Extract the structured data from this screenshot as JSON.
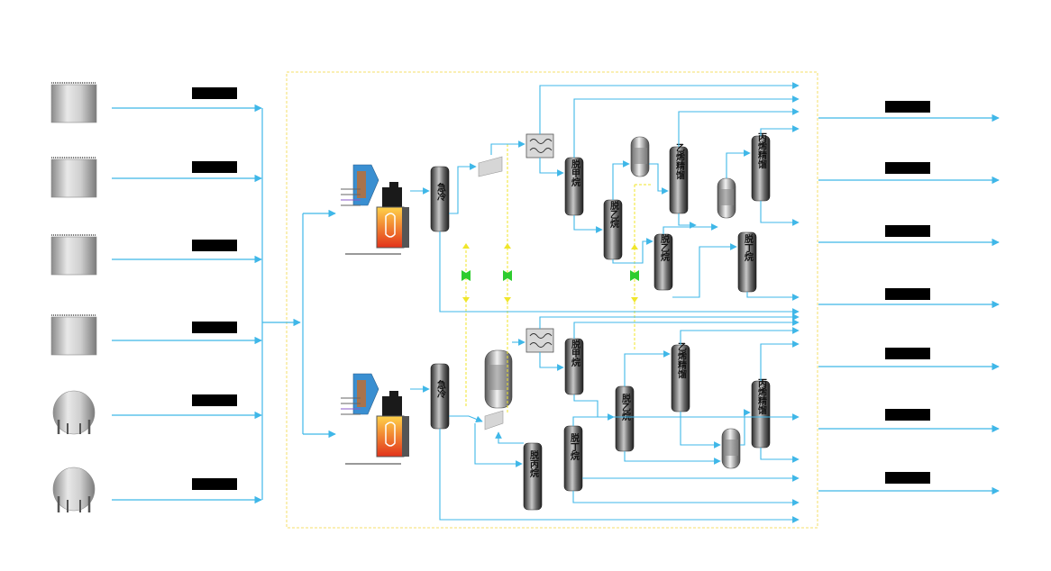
{
  "title": "",
  "colors": {
    "pipe": "#3fb7e8",
    "boundary": "#f5df6a",
    "valve_line": "#f0e62a",
    "valve": "#2ecc2e",
    "label_box": "#000000",
    "tank": "#c9c9c9"
  },
  "icons": {
    "feed_tank": "cylindrical-storage-tank-icon",
    "sphere_tank": "spherical-storage-tank-icon",
    "furnace": "cracking-furnace-icon",
    "compressor": "compressor-icon",
    "exchanger": "heat-exchanger-icon",
    "column": "distillation-column-icon",
    "drum": "reactor-drum-icon",
    "valve": "valve-icon"
  },
  "feeds": [
    {
      "type": "cylinder",
      "label": ""
    },
    {
      "type": "cylinder",
      "label": ""
    },
    {
      "type": "cylinder",
      "label": ""
    },
    {
      "type": "cylinder",
      "label": ""
    },
    {
      "type": "sphere",
      "label": ""
    },
    {
      "type": "sphere",
      "label": ""
    }
  ],
  "products": [
    {
      "label": ""
    },
    {
      "label": ""
    },
    {
      "label": ""
    },
    {
      "label": ""
    },
    {
      "label": ""
    },
    {
      "label": ""
    },
    {
      "label": ""
    }
  ],
  "train_a": {
    "quench": "急冷",
    "demethanizer": "脱甲烷",
    "deethanizer": "脱乙烷",
    "ethylene_fractionator": "乙烯精馏",
    "deethanizer_2": "脱乙烷",
    "propylene_fractionator": "丙烯精馏",
    "debutanizer": "脱丁烷"
  },
  "train_b": {
    "quench": "急冷",
    "demethanizer": "脱甲烷",
    "depropanizer": "脱丙烷",
    "debutanizer": "脱丁烷",
    "deethanizer": "脱乙烷",
    "ethylene_fractionator": "乙烯精馏",
    "propylene_fractionator": "丙烯精馏"
  }
}
